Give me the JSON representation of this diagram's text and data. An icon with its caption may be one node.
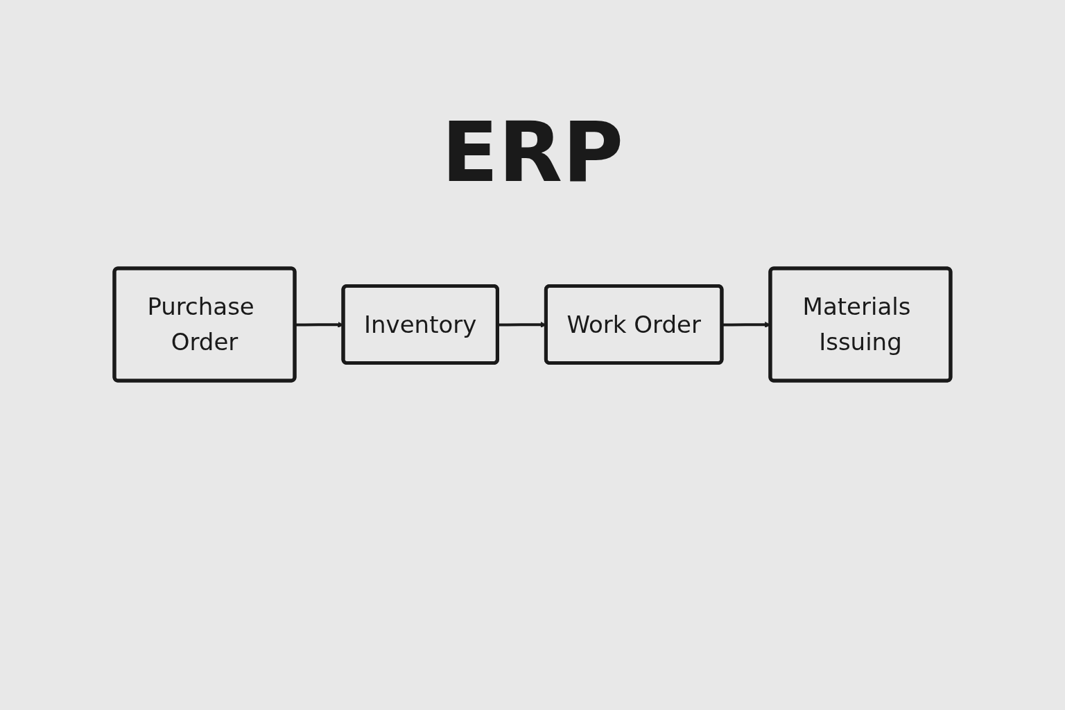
{
  "diagram": {
    "title": "ERP",
    "nodes": [
      {
        "text": [
          "Purchase Order"
        ]
      },
      {
        "text": [
          "Inventory"
        ]
      },
      {
        "text": [
          "Work Order"
        ]
      },
      {
        "text": [
          "Materials Issuing"
        ]
      }
    ],
    "edges": [
      {
        "from": 0,
        "to": 1,
        "arrow": "to"
      },
      {
        "from": 1,
        "to": 2,
        "arrow": "to"
      },
      {
        "from": 2,
        "to": 3,
        "arrow": "to"
      }
    ]
  }
}
